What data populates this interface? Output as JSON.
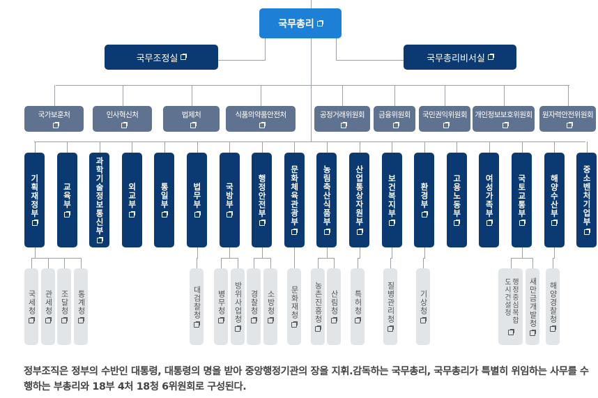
{
  "top": {
    "label": "국무총리"
  },
  "offices": [
    {
      "label": "국무조정실"
    },
    {
      "label": "국무총리비서실"
    }
  ],
  "units": [
    {
      "label": "국가보훈처"
    },
    {
      "label": "인사혁신처"
    },
    {
      "label": "법제처"
    },
    {
      "label": "식품의약품안전처"
    },
    {
      "label": "공정거래위원회"
    },
    {
      "label": "금융위원회"
    },
    {
      "label": "국민권익위원회"
    },
    {
      "label": "개인정보보호위원회"
    },
    {
      "label": "원자력안전위원회"
    }
  ],
  "ministries": [
    {
      "label": "기획재정부",
      "agencies": [
        "국세청",
        "관세청",
        "조달청",
        "통계청"
      ]
    },
    {
      "label": "교육부",
      "agencies": []
    },
    {
      "label": "과학기술정보통신부",
      "agencies": []
    },
    {
      "label": "외교부",
      "agencies": []
    },
    {
      "label": "통일부",
      "agencies": []
    },
    {
      "label": "법무부",
      "agencies": [
        "대검찰청"
      ]
    },
    {
      "label": "국방부",
      "agencies": [
        "병무청",
        "방위사업청"
      ]
    },
    {
      "label": "행정안전부",
      "agencies": [
        "경찰청",
        "소방청"
      ]
    },
    {
      "label": "문화체육관광부",
      "agencies": [
        "문화재청"
      ]
    },
    {
      "label": "농림축산식품부",
      "agencies": [
        "농촌진흥청",
        "산림청"
      ]
    },
    {
      "label": "산업통상자원부",
      "agencies": [
        "특허청"
      ]
    },
    {
      "label": "보건복지부",
      "agencies": [
        "질병관리청"
      ]
    },
    {
      "label": "환경부",
      "agencies": [
        "기상청"
      ]
    },
    {
      "label": "고용노동부",
      "agencies": []
    },
    {
      "label": "여성가족부",
      "agencies": []
    },
    {
      "label": "국토교통부",
      "agencies": [
        "행정중심복합도시건설청",
        "새만금개발청"
      ]
    },
    {
      "label": "해양수산부",
      "agencies": [
        "해양경찰청"
      ]
    },
    {
      "label": "중소벤처기업부",
      "agencies": []
    }
  ],
  "description": "정부조직은 정부의 수반인 대통령, 대통령의 명을 받아 중앙행정기관의 장을 지휘.감독하는 국무총리, 국무총리가 특별히 위임하는 사무를 수행하는 부총리와 18부 4처 18청 6위원회로 구성된다.",
  "colors": {
    "pm": "#1e7fd6",
    "navy": "#0b3a73",
    "slate": "#5f7290",
    "agency": "#e2e5e8"
  }
}
